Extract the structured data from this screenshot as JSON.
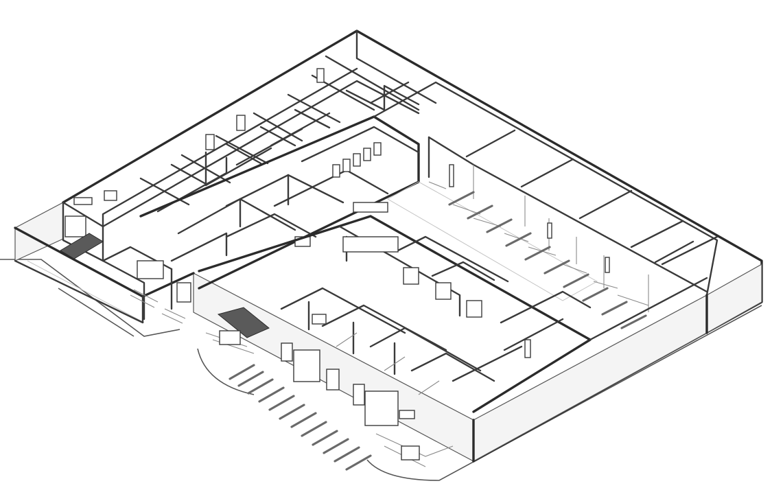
{
  "drawing": {
    "type": "isometric building floor plan sketch",
    "line_color": "#3a3a3a",
    "background_color": "#ffffff",
    "canopy_color": "#5a5a5a",
    "elements": {
      "outer_shell": "outer-wall-shell",
      "courtyard": "open-courtyard",
      "north_wing": "north-wing-rooms",
      "east_wing": "east-wing-rooms",
      "south_wing": "south-wing-rooms",
      "west_entry": "west-entry-block",
      "parking": "parking-stripes"
    }
  }
}
